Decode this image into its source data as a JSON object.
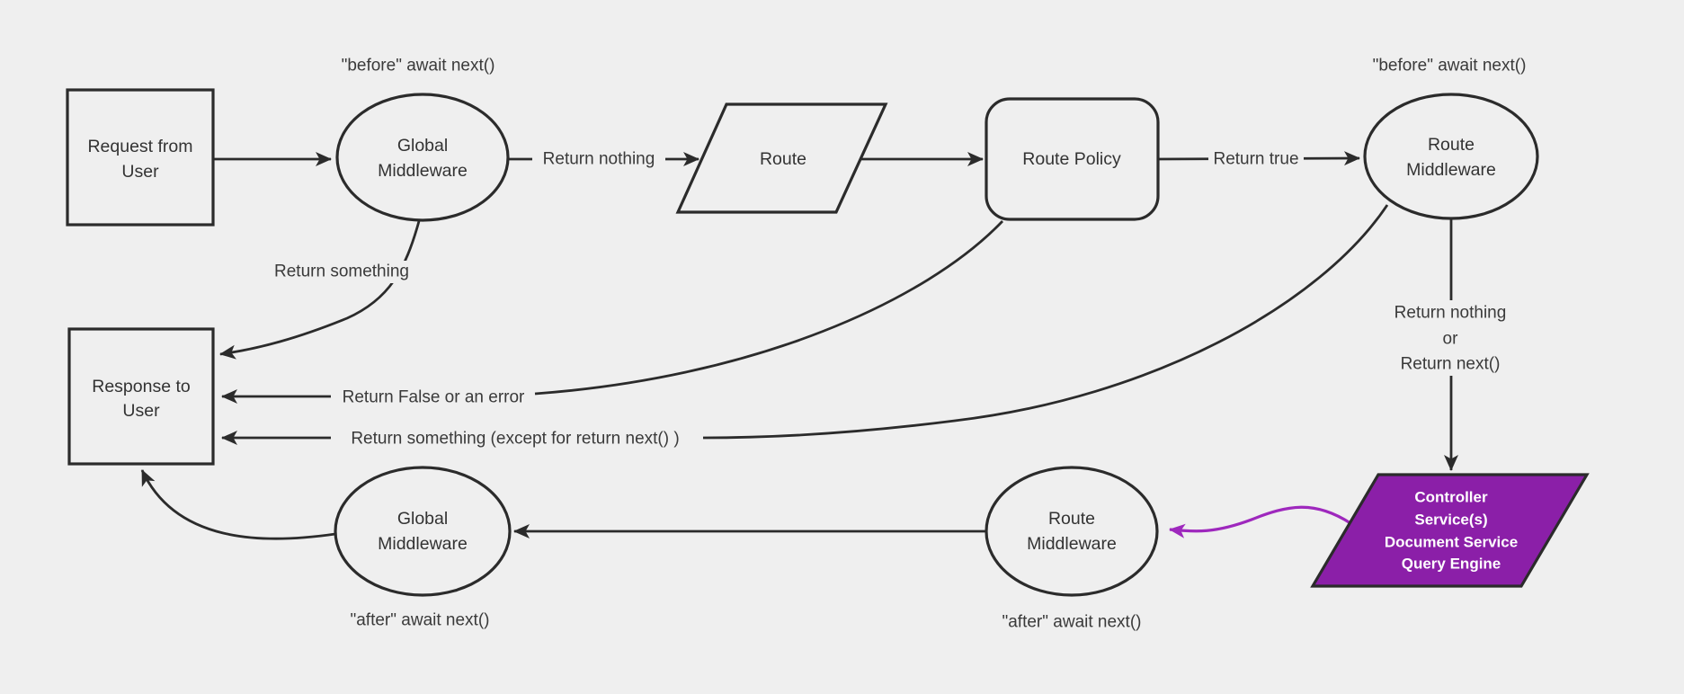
{
  "colors": {
    "background": "#efefef",
    "stroke": "#2b2b2b",
    "text": "#333333",
    "purple_fill": "#8b1fa8",
    "purple_arrow": "#9e28bd",
    "purple_text": "#ffffff"
  },
  "nodes": {
    "request": {
      "line1": "Request from",
      "line2": "User"
    },
    "global_middleware_top": {
      "line1": "Global",
      "line2": "Middleware"
    },
    "route": {
      "label": "Route"
    },
    "route_policy": {
      "label": "Route Policy"
    },
    "route_middleware_top": {
      "line1": "Route",
      "line2": "Middleware"
    },
    "response": {
      "line1": "Response to",
      "line2": "User"
    },
    "global_middleware_bottom": {
      "line1": "Global",
      "line2": "Middleware"
    },
    "route_middleware_bottom": {
      "line1": "Route",
      "line2": "Middleware"
    },
    "controller": {
      "line1": "Controller",
      "line2": "Service(s)",
      "line3": "Document Service",
      "line4": "Query Engine"
    }
  },
  "annotations": {
    "before_top_left": "\"before\" await next()",
    "before_top_right": "\"before\" await next()",
    "after_bottom_left": "\"after\" await next()",
    "after_bottom_right": "\"after\" await next()"
  },
  "edge_labels": {
    "return_nothing": "Return nothing",
    "return_true": "Return true",
    "return_something": "Return something",
    "return_false": "Return False or an error",
    "return_something_except": "Return something (except for return next() )",
    "return_nothing_or_line1": "Return nothing",
    "return_nothing_or_line2": "or",
    "return_nothing_or_line3": "Return next()"
  }
}
